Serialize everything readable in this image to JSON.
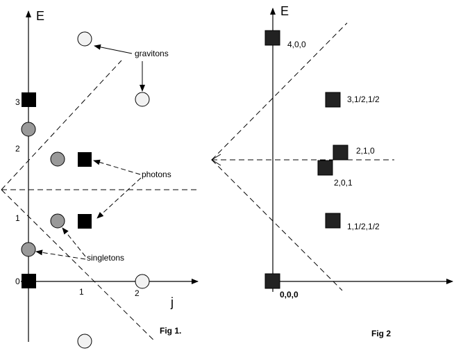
{
  "fig1": {
    "axis_e": "E",
    "axis_j": "j",
    "ticks_e": [
      "0",
      "1",
      "2",
      "3"
    ],
    "ticks_j": [
      "1",
      "2"
    ],
    "label_gravitons": "gravitons",
    "label_photons": "photons",
    "label_singletons": "singletons",
    "caption": "Fig 1."
  },
  "fig2": {
    "axis_e": "E",
    "state_labels": [
      "4,0,0",
      "3,1/2,1/2",
      "2,1,0",
      "2,0,1",
      "1,1/2,1/2",
      "0,0,0"
    ],
    "caption": "Fig 2"
  },
  "colors": {
    "square_fig1": "#000000",
    "square_fig2": "#222222",
    "circle_gray": "#999999",
    "circle_open": "#f2f2f2",
    "line": "#000000"
  }
}
